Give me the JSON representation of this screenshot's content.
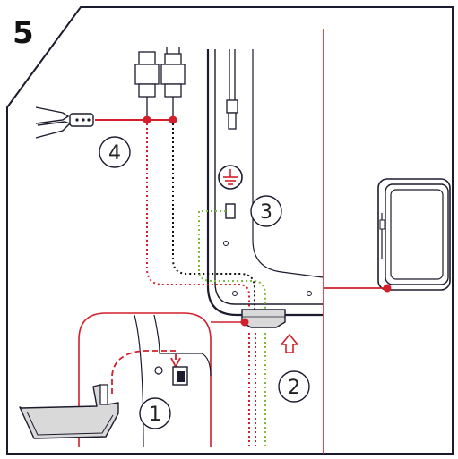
{
  "step": {
    "number": "5"
  },
  "callouts": [
    {
      "id": "c1",
      "label": "1"
    },
    {
      "id": "c2",
      "label": "2"
    },
    {
      "id": "c3",
      "label": "3"
    },
    {
      "id": "c4",
      "label": "4"
    }
  ],
  "colors": {
    "outline": "#1b1b2e",
    "accent_red": "#d21f2b",
    "dot_black": "#111111",
    "dot_green": "#7dbb3c",
    "panel_fill": "#ffffff",
    "tray_fill": "#d9d9d9",
    "ground_symbol": "#d21f2b"
  },
  "icons": [
    "crimping-tool-icon",
    "pv-connector-plus-icon",
    "pv-connector-minus-icon",
    "ground-symbol-icon",
    "cable-gland-icon",
    "up-arrow-icon",
    "hinged-panel-icon",
    "cover-plate-icon",
    "wall-mount-icon"
  ]
}
